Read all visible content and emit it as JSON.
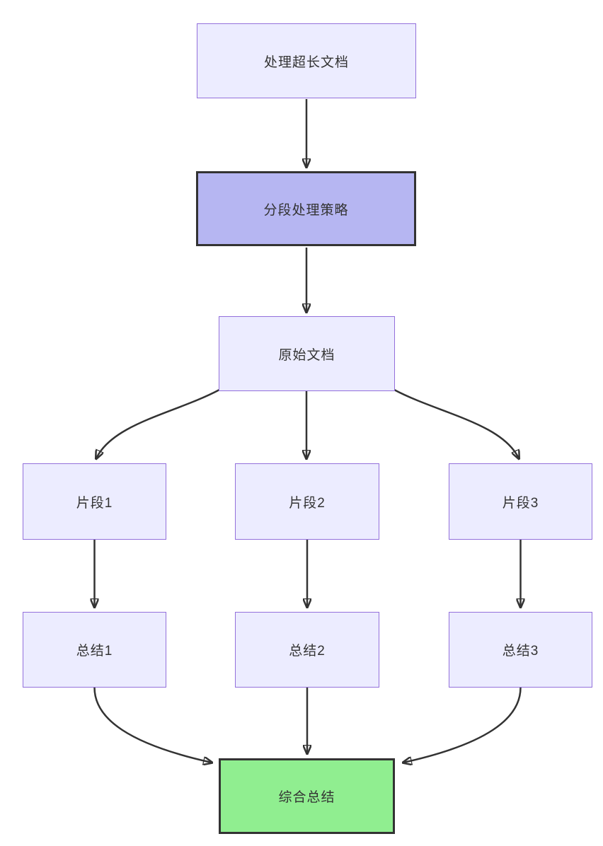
{
  "diagram": {
    "type": "flowchart",
    "direction": "top-down",
    "nodes": [
      {
        "id": "A",
        "label": "处理超长文档",
        "style": "default"
      },
      {
        "id": "B",
        "label": "分段处理策略",
        "style": "emphasis"
      },
      {
        "id": "C",
        "label": "原始文档",
        "style": "default"
      },
      {
        "id": "D1",
        "label": "片段1",
        "style": "default"
      },
      {
        "id": "D2",
        "label": "片段2",
        "style": "default"
      },
      {
        "id": "D3",
        "label": "片段3",
        "style": "default"
      },
      {
        "id": "E1",
        "label": "总结1",
        "style": "default"
      },
      {
        "id": "E2",
        "label": "总结2",
        "style": "default"
      },
      {
        "id": "E3",
        "label": "总结3",
        "style": "default"
      },
      {
        "id": "F",
        "label": "综合总结",
        "style": "success"
      }
    ],
    "edges": [
      {
        "from": "A",
        "to": "B"
      },
      {
        "from": "B",
        "to": "C"
      },
      {
        "from": "C",
        "to": "D1"
      },
      {
        "from": "C",
        "to": "D2"
      },
      {
        "from": "C",
        "to": "D3"
      },
      {
        "from": "D1",
        "to": "E1"
      },
      {
        "from": "D2",
        "to": "E2"
      },
      {
        "from": "D3",
        "to": "E3"
      },
      {
        "from": "E1",
        "to": "F"
      },
      {
        "from": "E2",
        "to": "F"
      },
      {
        "from": "E3",
        "to": "F"
      }
    ],
    "colors": {
      "background": "#FFFFFF",
      "node_fill": "#ECECFF",
      "node_border": "#9370DB",
      "emphasis_fill": "#B6B6F2",
      "emphasis_border": "#333333",
      "success_fill": "#90EE90",
      "success_border": "#333333",
      "edge": "#333333",
      "text": "#333333"
    }
  }
}
